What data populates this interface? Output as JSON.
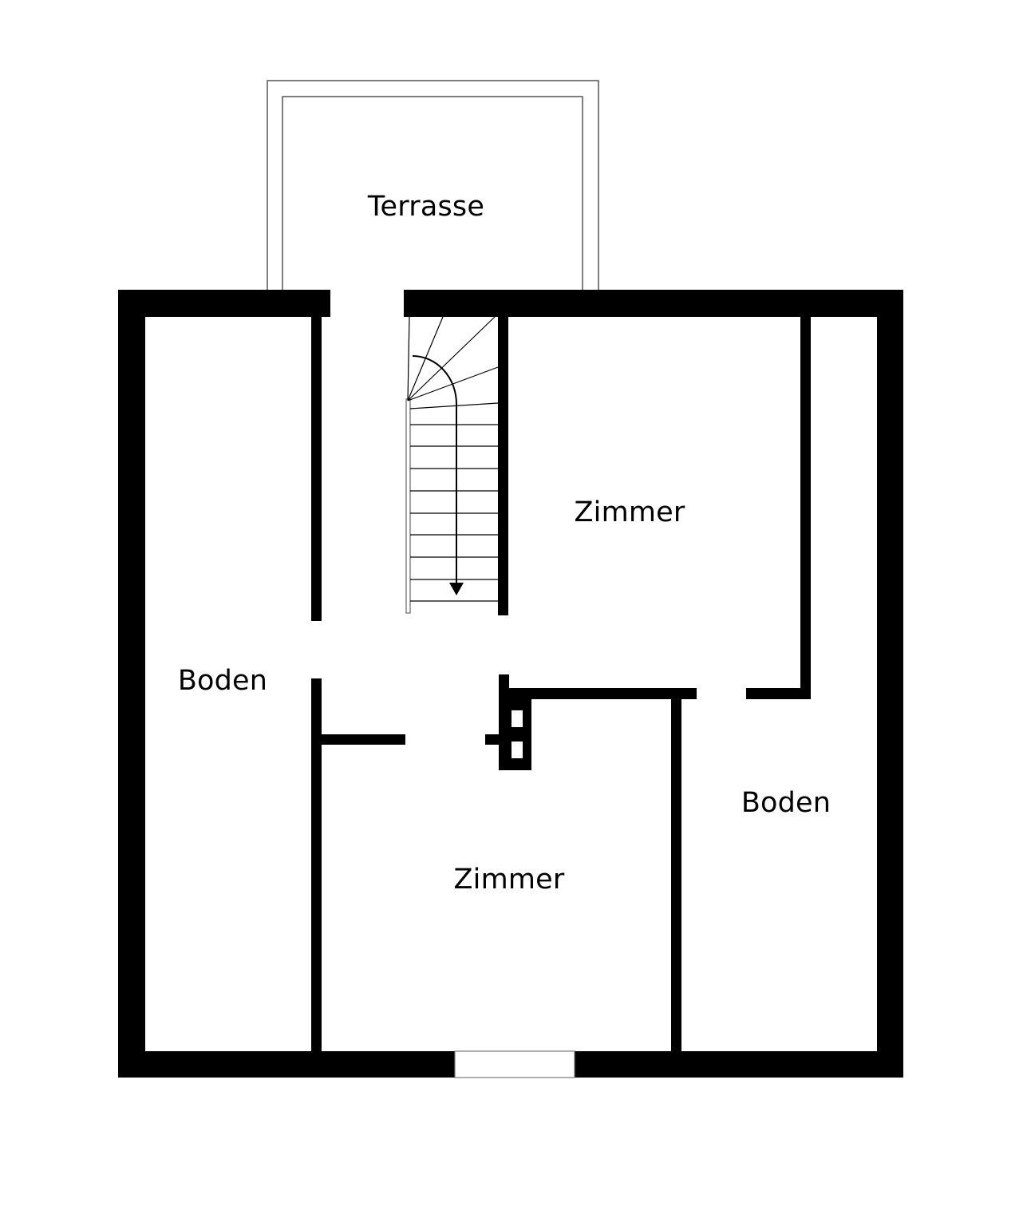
{
  "floorplan": {
    "colors": {
      "wall": "#000000",
      "background": "#ffffff",
      "outline": "#555555"
    },
    "rooms": [
      {
        "id": "terrasse",
        "label": "Terrasse"
      },
      {
        "id": "zimmer-top",
        "label": "Zimmer"
      },
      {
        "id": "boden-left",
        "label": "Boden"
      },
      {
        "id": "boden-right",
        "label": "Boden"
      },
      {
        "id": "zimmer-bottom",
        "label": "Zimmer"
      }
    ],
    "stairs": {
      "direction": "down",
      "straight_steps": 10,
      "winder_steps": 5
    }
  }
}
